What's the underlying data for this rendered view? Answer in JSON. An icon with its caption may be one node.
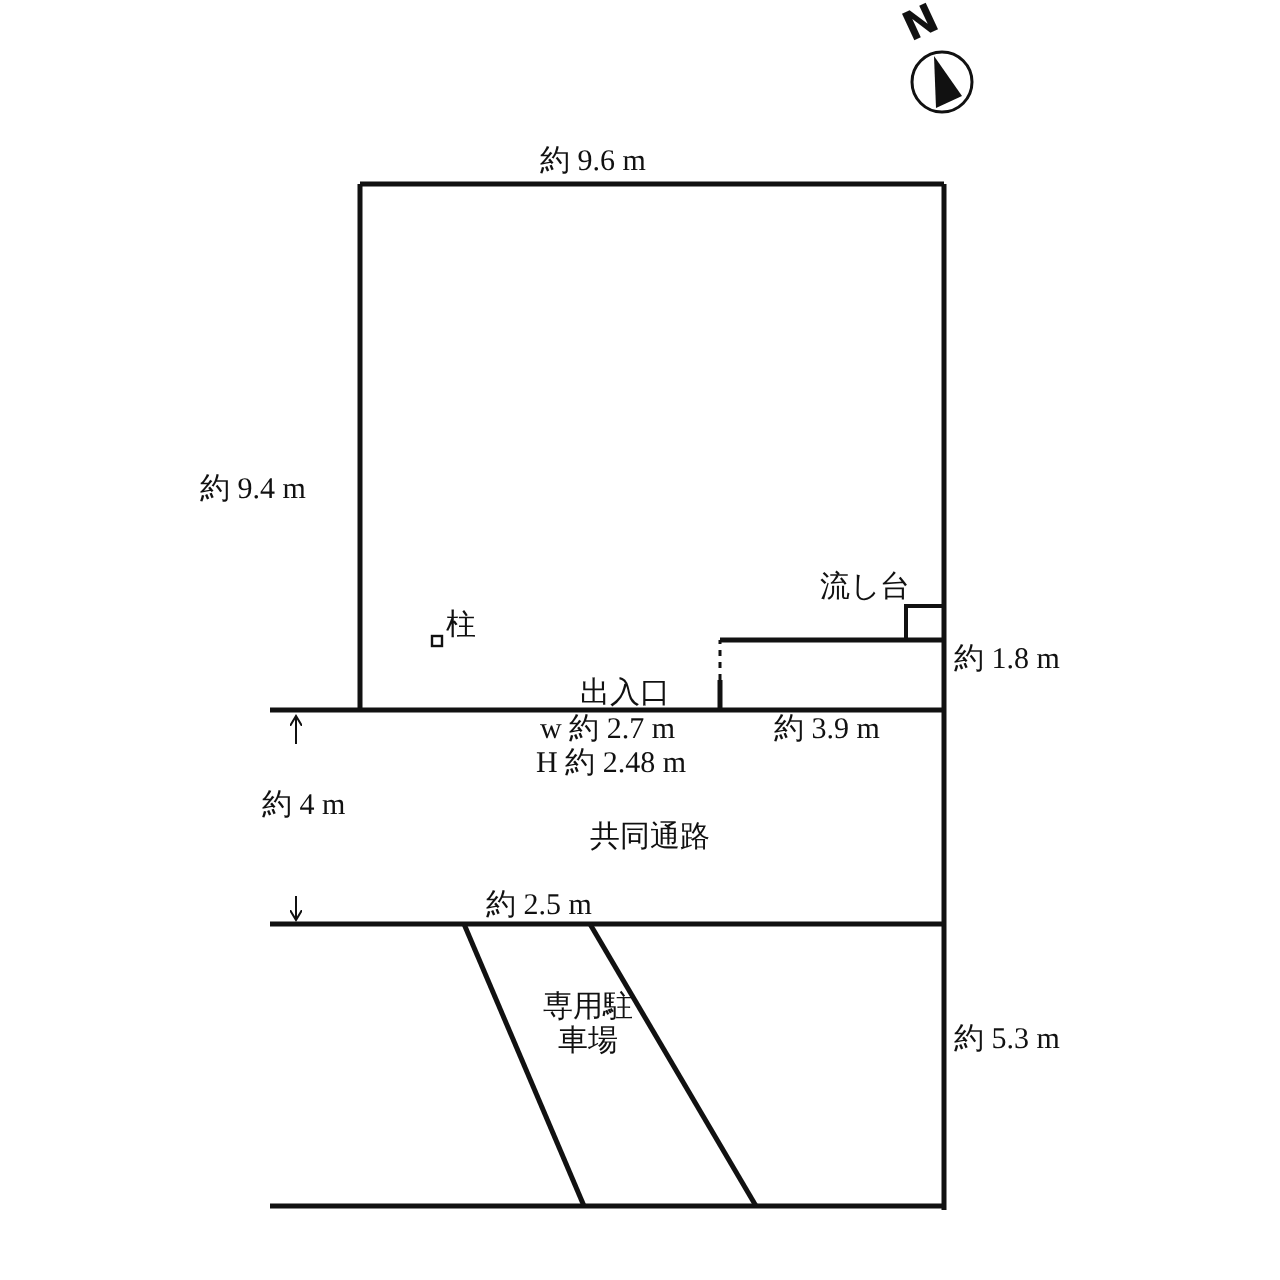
{
  "diagram": {
    "labels": [
      "N",
      "約 9.6 m",
      "約 9.4 m",
      "流し台",
      "柱",
      "約 1.8 m",
      "出入口",
      "w 約 2.7 m",
      "約 3.9 m",
      "H 約 2.48 m",
      "約 4 m",
      "共同通路",
      "約 2.5 m",
      "専用駐車場",
      "約 5.3 m"
    ]
  }
}
